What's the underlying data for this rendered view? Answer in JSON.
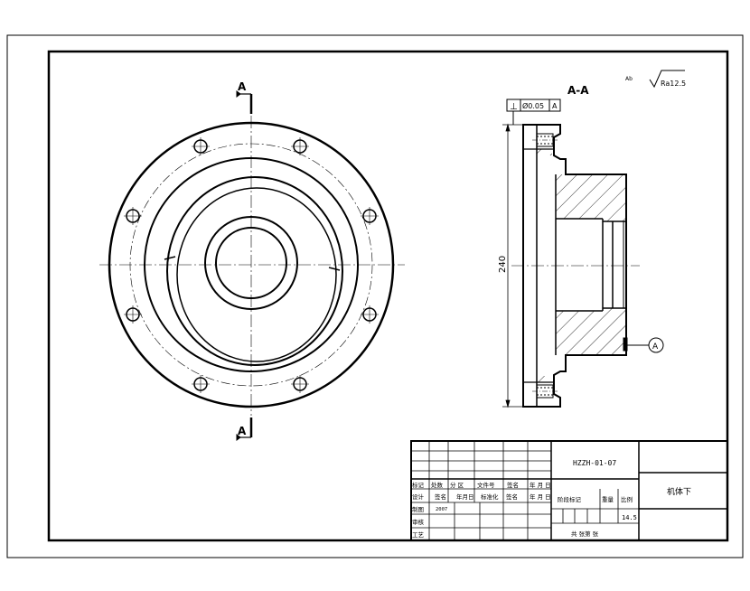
{
  "drawing": {
    "section_label": "A-A",
    "cut_marker_top": "A",
    "cut_marker_bottom": "A",
    "datum_ref": "A",
    "dimension": "240",
    "roughness_rest_symbol": "Ab",
    "roughness_value": "Ra12.5",
    "tolerance": {
      "symbol": "⊥",
      "value": "Ø0.05",
      "datum": "A"
    }
  },
  "title_block": {
    "drawing_number": "HZZH-01-07",
    "part_name": "机体下",
    "material": "",
    "headers_row1": [
      "标记",
      "处数",
      "分 区",
      "文件号",
      "签名",
      "年 月 日"
    ],
    "headers_row2": [
      "设计",
      "签名",
      "年月日",
      "标准化",
      "签名",
      "年 月 日"
    ],
    "row_draw": "制图",
    "row_draw_value": "2007",
    "row_review": "审核",
    "row_process": "工艺",
    "stage_label": "阶段标记",
    "weight_label": "重量",
    "scale_label": "比例",
    "weight_value": "14.5",
    "sheet_label": "共  张第  张"
  }
}
